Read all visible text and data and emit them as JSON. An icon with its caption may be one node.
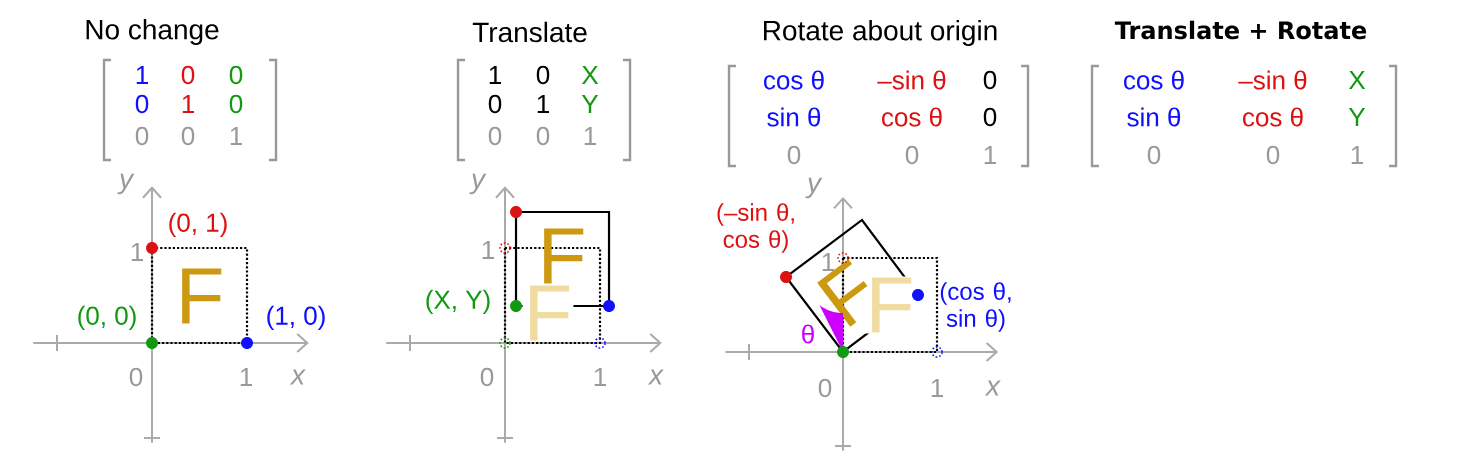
{
  "diagram": {
    "labels": [
      "No change",
      "1",
      "0",
      "0",
      "0",
      "1",
      "0",
      "0",
      "0",
      "1",
      "y",
      "(0, 1)",
      "1",
      "F",
      "(0, 0)",
      "(1, 0)",
      "0",
      "1",
      "x",
      "Translate",
      "1",
      "0",
      "X",
      "0",
      "1",
      "Y",
      "0",
      "0",
      "1",
      "y",
      "1",
      "F",
      "F",
      "(X, Y)",
      "0",
      "1",
      "x",
      "Rotate about origin",
      "cos θ",
      "–sin θ",
      "0",
      "sin θ",
      "cos θ",
      "0",
      "0",
      "0",
      "1",
      "(–sin θ, cos θ)",
      "y",
      "1",
      "F",
      "F",
      "(cos θ, sin θ)",
      "θ",
      "0",
      "1",
      "x",
      "Translate + Rotate",
      "cos θ",
      "–sin θ",
      "X",
      "sin θ",
      "cos θ",
      "Y",
      "0",
      "0",
      "1"
    ]
  }
}
